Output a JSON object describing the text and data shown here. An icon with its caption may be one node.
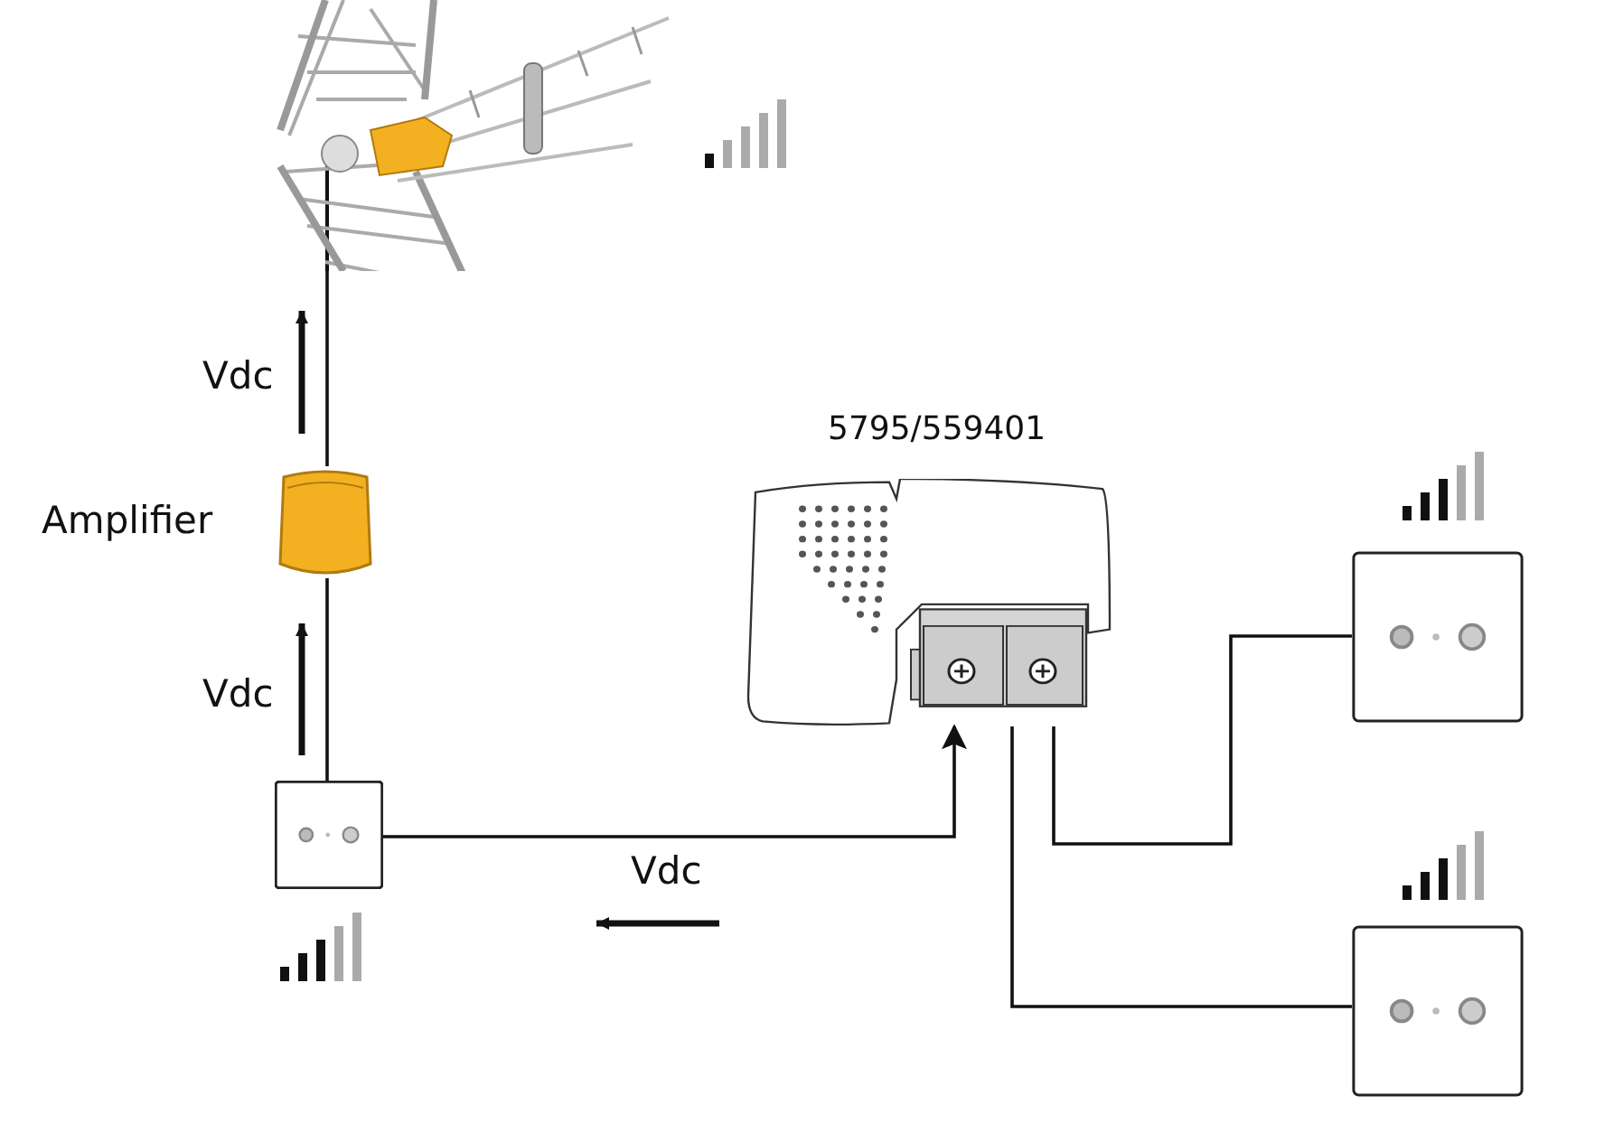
{
  "diagram": {
    "nodes": [
      {
        "text": [],
        "shape": "picture"
      },
      {
        "text": [],
        "shape": "picture",
        "beside": [
          "Amplifier"
        ]
      },
      {
        "text": [],
        "shape": "box"
      },
      {
        "text": [],
        "shape": "picture",
        "beside": [
          "5795/559401"
        ]
      },
      {
        "text": [],
        "shape": "box"
      },
      {
        "text": [],
        "shape": "box"
      }
    ],
    "edges": [
      {
        "from": 2,
        "to": 1,
        "arrow": "none"
      },
      {
        "from": 1,
        "to": 0,
        "arrow": "none"
      },
      {
        "from": 2,
        "to": 3,
        "arrow": "to"
      },
      {
        "from": 3,
        "to": 4,
        "arrow": "none"
      },
      {
        "from": 3,
        "to": 5,
        "arrow": "none"
      }
    ],
    "labels": [
      "Vdc",
      "Vdc",
      "Vdc"
    ]
  }
}
